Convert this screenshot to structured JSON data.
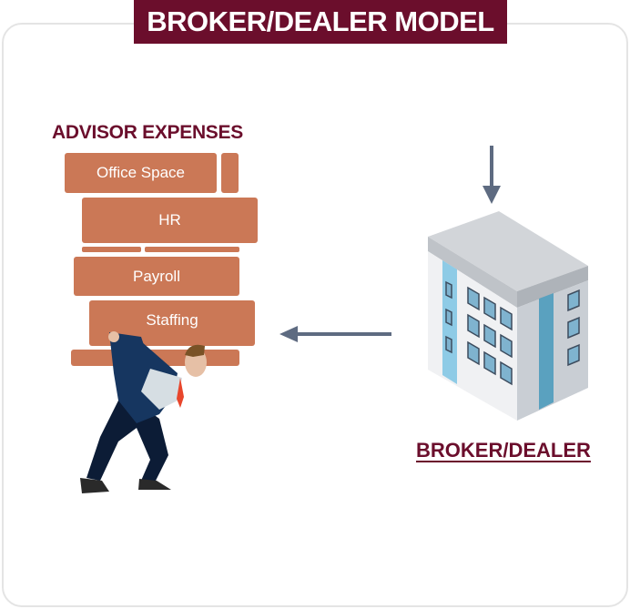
{
  "title": "BROKER/DEALER MODEL",
  "expenses": {
    "heading": "ADVISOR EXPENSES",
    "bricks": [
      "Office Space",
      "HR",
      "Payroll",
      "Staffing"
    ]
  },
  "broker_dealer_label": "BROKER/DEALER",
  "colors": {
    "brand": "#6b0e2c",
    "brick": "#cb7856",
    "arrow": "#5e6b81"
  }
}
